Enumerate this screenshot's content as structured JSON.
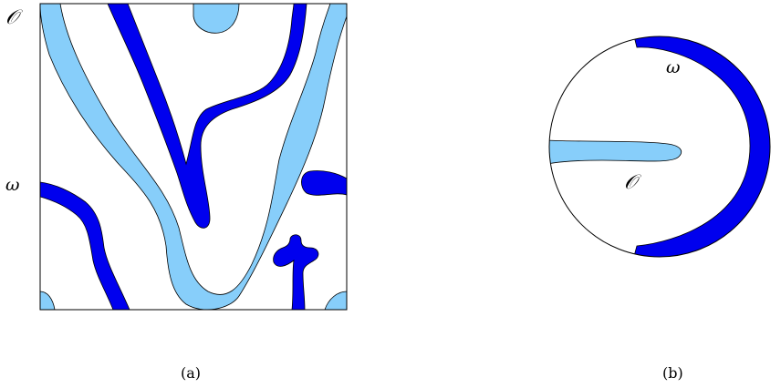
{
  "panel_a": {
    "label_O": "𝒪",
    "label_omega": "ω",
    "caption": "(a)"
  },
  "panel_b": {
    "label_O": "𝒪",
    "label_omega": "ω",
    "caption": "(b)"
  },
  "colors": {
    "dark_region": "#0000ee",
    "light_region": "#87cefa",
    "outline": "#000000",
    "background": "#ffffff"
  }
}
